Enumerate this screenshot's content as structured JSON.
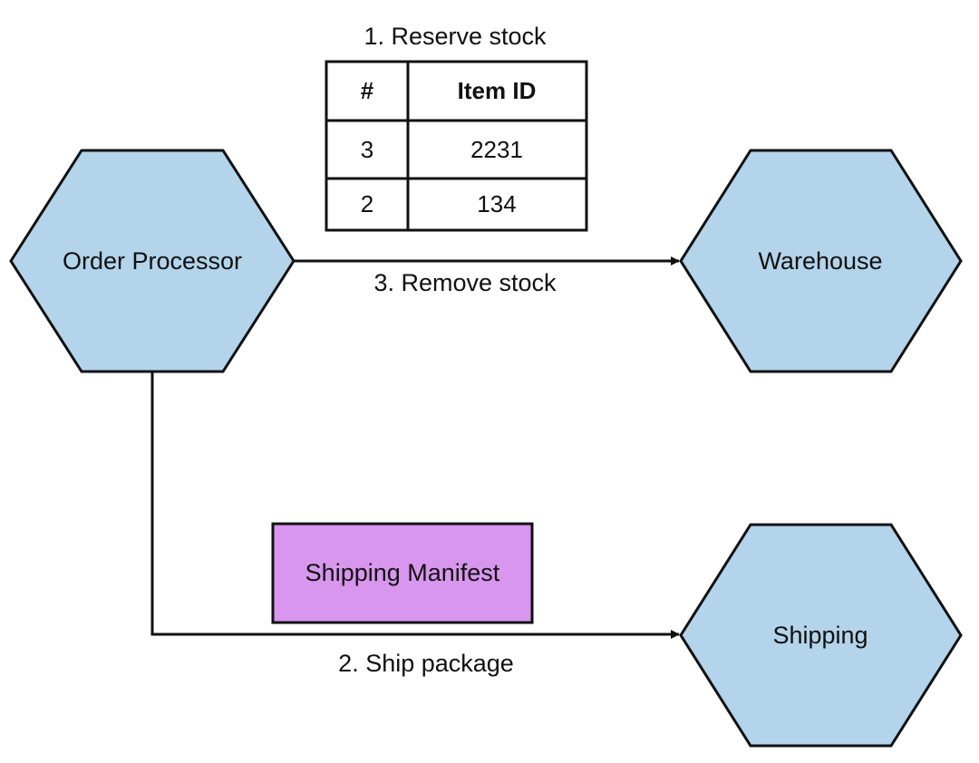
{
  "nodes": {
    "order_processor": "Order Processor",
    "warehouse": "Warehouse",
    "shipping": "Shipping"
  },
  "manifest": {
    "label": "Shipping Manifest"
  },
  "edges": {
    "reserve": "1. Reserve stock",
    "ship": "2. Ship package",
    "remove": "3. Remove stock"
  },
  "stock_table": {
    "headers": [
      "#",
      "Item ID"
    ],
    "rows": [
      [
        "3",
        "2231"
      ],
      [
        "2",
        "134"
      ]
    ]
  },
  "colors": {
    "hexagon_fill": "#b3d4ea",
    "manifest_fill": "#d896ee",
    "stroke": "#111111"
  }
}
